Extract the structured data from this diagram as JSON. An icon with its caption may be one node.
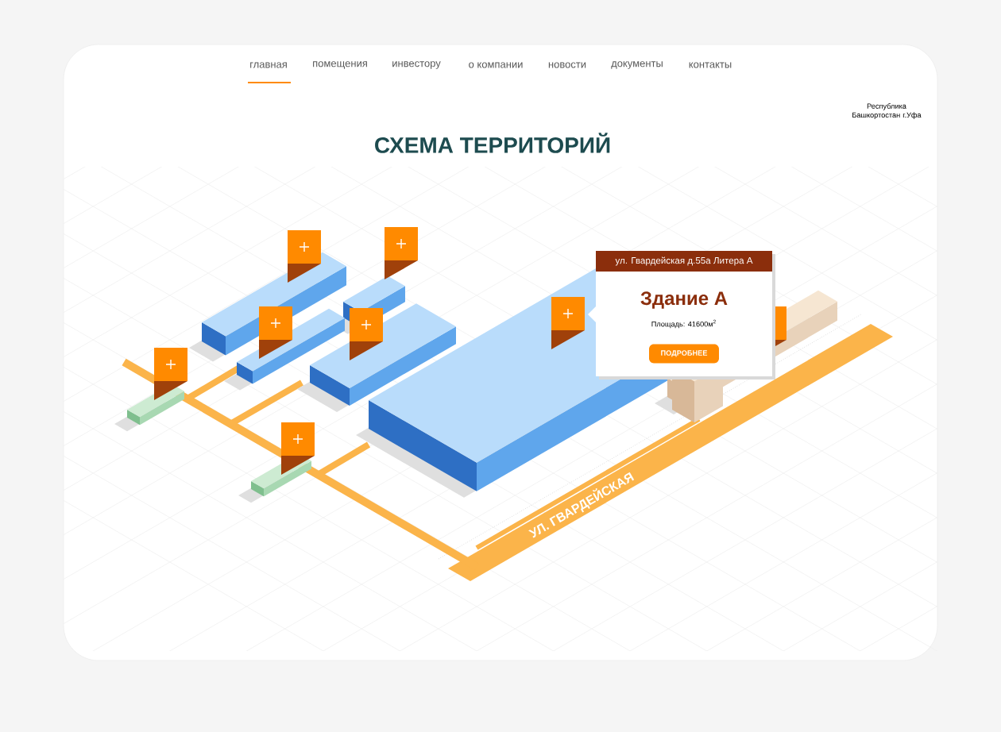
{
  "diagram": {
    "title": "СХЕМА ТЕРРИТОРИЙ",
    "nodes": [
      {
        "text": [
          "ул. Гвардейская д.55а Литера А",
          "Здание А",
          "Площадь: 41600м$^{2}$"
        ]
      },
      {
        "text": [
          "ПОДРОБНЕЕ"
        ],
        "in": 0
      }
    ],
    "labels": [
      "главная",
      "помещения",
      "инвестору",
      "о компании",
      "новости",
      "документы",
      "контакты",
      "Республика Башкортостан г.Уфа",
      "УЛ. ГВАРДЕЙСКАЯ"
    ]
  }
}
